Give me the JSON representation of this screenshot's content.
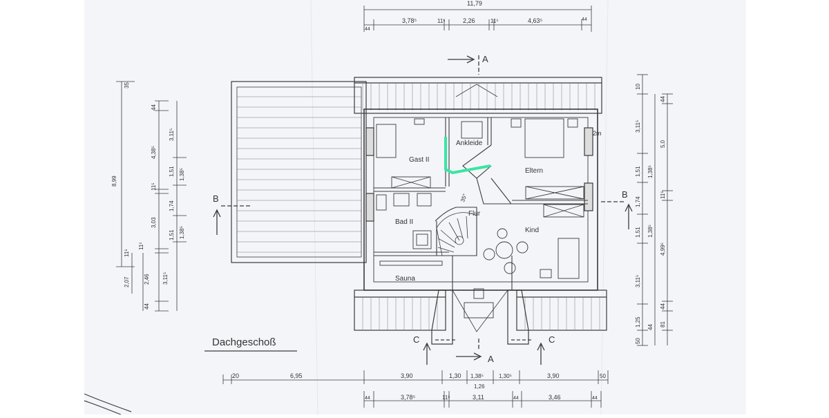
{
  "drawing": {
    "title": "Dachgeschoß",
    "rooms": {
      "ankleide": "Ankleide",
      "gast": "Gast II",
      "eltern": "Eltern",
      "bad": "Bad II",
      "flur": "Flur",
      "kind": "Kind",
      "sauna": "Sauna"
    },
    "section_markers": {
      "a": "A",
      "b": "B",
      "c": "C"
    },
    "notes": {
      "height_2m": "2m",
      "slope": "35°"
    },
    "dims_top": {
      "overall": "11,79",
      "d1": "44",
      "d2": "3,78⁵",
      "d3": "11⁵",
      "d4": "2,26",
      "d5": "11⁵",
      "d6": "4,63⁵",
      "d7": "44"
    },
    "dims_bottom_row1": {
      "d1": "20",
      "d2": "6,95",
      "d3": "3,90",
      "d4": "1,30",
      "d5": "1,26",
      "d5_sup": "1,38⁵",
      "d6": "1,30⁵",
      "d7": "3,90",
      "d8": "50"
    },
    "dims_bottom_row2": {
      "d1": "44",
      "d2": "3,78⁵",
      "d3": "11⁵",
      "d4": "3,11",
      "d5": "44",
      "d6": "3,46",
      "d7": "44"
    },
    "dims_left": {
      "overall": "8,99",
      "a1": "35",
      "a2": "11⁵",
      "a3": "2,07",
      "b1": "44",
      "b2": "4,38⁵",
      "b3": "11⁵",
      "b4": "3,03",
      "b5": "11⁵",
      "b6": "2,46",
      "b7": "44",
      "c1": "3,11⁵",
      "c2": "1,51",
      "c3": "1,74",
      "c4": "1,51",
      "c5": "3,11⁵",
      "d1": "1,38⁵",
      "d2": "1,38⁵"
    },
    "dims_right": {
      "r1": "10",
      "r2": "3,11⁵",
      "r3": "1,51",
      "r4": "1,74",
      "r5": "1,51",
      "r6": "3,11⁵",
      "r7": "1,25",
      "r8": "50",
      "s1": "1,38⁵",
      "s2": "1,38⁵",
      "s3": "81",
      "t1": "44",
      "t2": "5,0",
      "t3": "11⁵",
      "t4": "4,99⁵",
      "t5": "44",
      "t6": "44"
    }
  },
  "colors": {
    "paper": "#f4f5f9",
    "ink": "#3a3a3a",
    "highlight": "#39e6a4",
    "background": "#ffffff"
  }
}
